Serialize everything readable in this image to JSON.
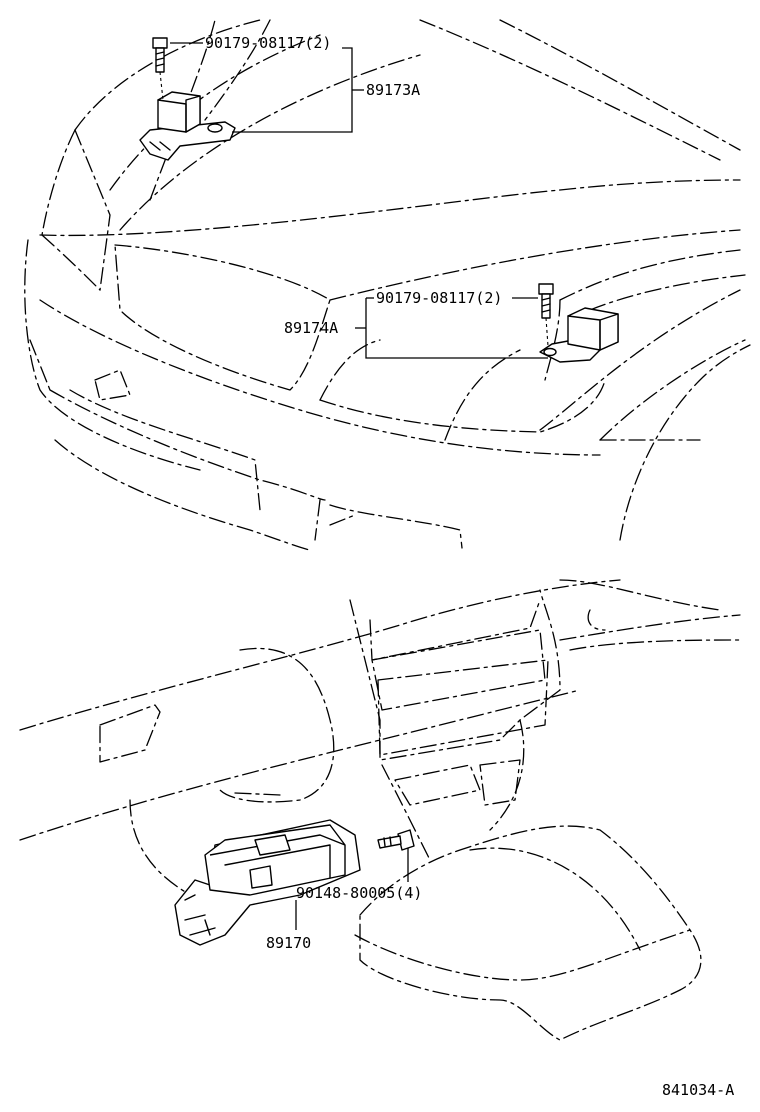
{
  "callouts": {
    "bolt_upper": "90179-08117(2)",
    "sensor_left": "89173A",
    "bolt_middle": "90179-08117(2)",
    "sensor_right": "89174A",
    "bolt_lower": "90148-80005(4)",
    "airbag_ecu": "89170"
  },
  "diagram_id": "841034-A",
  "icons": [
    "front-airbag-sensor",
    "airbag-sensor-assembly",
    "bolt",
    "center-airbag-sensor-ecu"
  ]
}
